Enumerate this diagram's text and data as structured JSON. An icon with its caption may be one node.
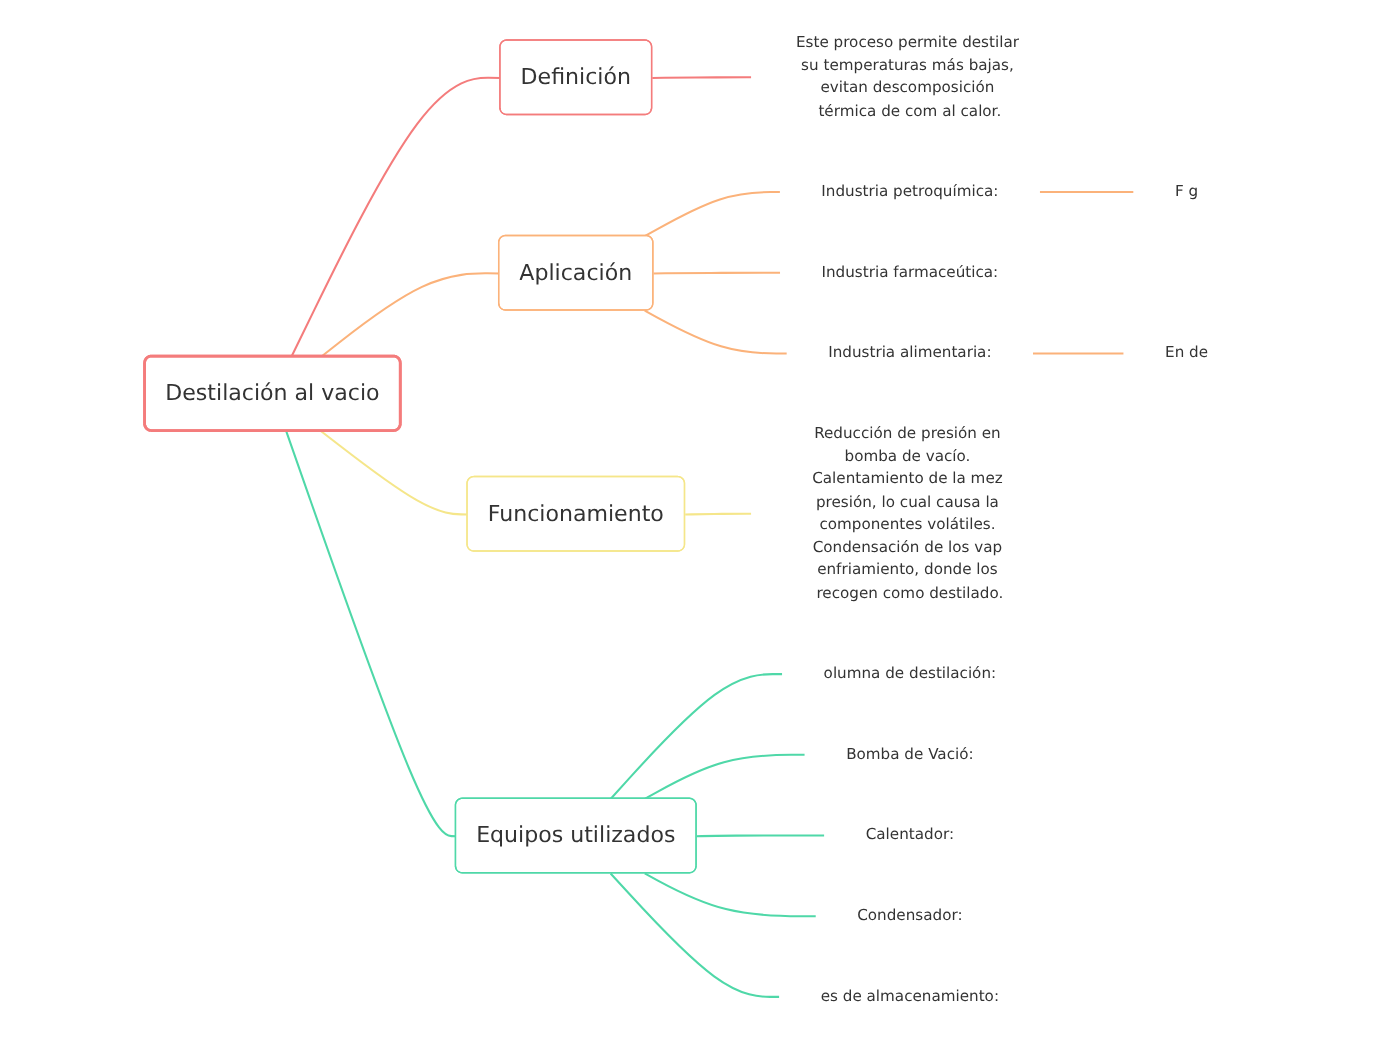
{
  "diagram": {
    "nodes": [
      {
        "text": [
          "Destilación al vacio"
        ]
      },
      {
        "text": [
          "Definición"
        ]
      },
      {
        "text": [
          "Este proceso permite destilar su temperaturas más bajas, evitan descomposición térmica de com al calor."
        ]
      },
      {
        "text": [
          "Aplicación"
        ]
      },
      {
        "text": [
          "Industria petroquímica:"
        ]
      },
      {
        "text": [
          "F g"
        ]
      },
      {
        "text": [
          "Industria farmaceútica:"
        ]
      },
      {
        "text": [
          "Industria alimentaria:"
        ]
      },
      {
        "text": [
          "En de"
        ]
      },
      {
        "text": [
          "Funcionamiento"
        ]
      },
      {
        "text": [
          "Reducción de presión en bomba de vacío. Calentamiento de la mez presión, lo cual causa la componentes volátiles. Condensación de los vap enfriamiento, donde los recogen como destilado."
        ]
      },
      {
        "text": [
          "Equipos utilizados"
        ]
      },
      {
        "text": [
          "olumna de destilación:"
        ]
      },
      {
        "text": [
          "Bomba de Vació:"
        ]
      },
      {
        "text": [
          "Calentador:"
        ]
      },
      {
        "text": [
          "Condensador:"
        ]
      },
      {
        "text": [
          "es de almacenamiento:"
        ]
      }
    ],
    "edges": [
      {
        "from": 0,
        "to": 1,
        "arrow": "none",
        "color": "#f47c7c"
      },
      {
        "from": 1,
        "to": 2,
        "arrow": "none",
        "color": "#f47c7c"
      },
      {
        "from": 0,
        "to": 3,
        "arrow": "none",
        "color": "#fbb27a"
      },
      {
        "from": 3,
        "to": 4,
        "arrow": "none",
        "color": "#fbb27a"
      },
      {
        "from": 4,
        "to": 5,
        "arrow": "none",
        "color": "#fbb27a"
      },
      {
        "from": 3,
        "to": 6,
        "arrow": "none",
        "color": "#fbb27a"
      },
      {
        "from": 3,
        "to": 7,
        "arrow": "none",
        "color": "#fbb27a"
      },
      {
        "from": 7,
        "to": 8,
        "arrow": "none",
        "color": "#fbb27a"
      },
      {
        "from": 0,
        "to": 9,
        "arrow": "none",
        "color": "#f5e68a"
      },
      {
        "from": 9,
        "to": 10,
        "arrow": "none",
        "color": "#f5e68a"
      },
      {
        "from": 0,
        "to": 11,
        "arrow": "none",
        "color": "#4fd8a8"
      },
      {
        "from": 11,
        "to": 12,
        "arrow": "none",
        "color": "#4fd8a8"
      },
      {
        "from": 11,
        "to": 13,
        "arrow": "none",
        "color": "#4fd8a8"
      },
      {
        "from": 11,
        "to": 14,
        "arrow": "none",
        "color": "#4fd8a8"
      },
      {
        "from": 11,
        "to": 15,
        "arrow": "none",
        "color": "#4fd8a8"
      },
      {
        "from": 11,
        "to": 16,
        "arrow": "none",
        "color": "#4fd8a8"
      }
    ]
  }
}
